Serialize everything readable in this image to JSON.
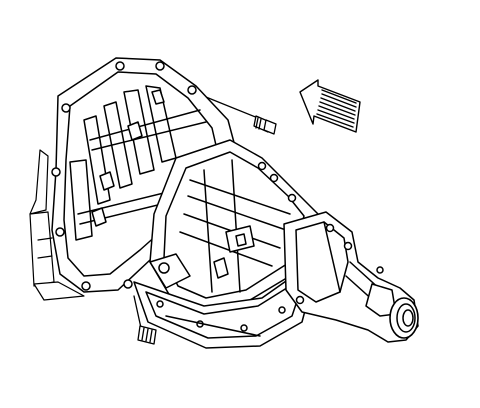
{
  "figure": {
    "kind": "exploded technical line drawing",
    "subject": "automatic-transmission",
    "background": "#ffffff",
    "ink": "#000000",
    "parts": [
      "transmission-case",
      "converter-bell-housing",
      "extension-housing",
      "oil-pan",
      "upper-bolt",
      "lower-bolt",
      "direction-arrow"
    ]
  }
}
